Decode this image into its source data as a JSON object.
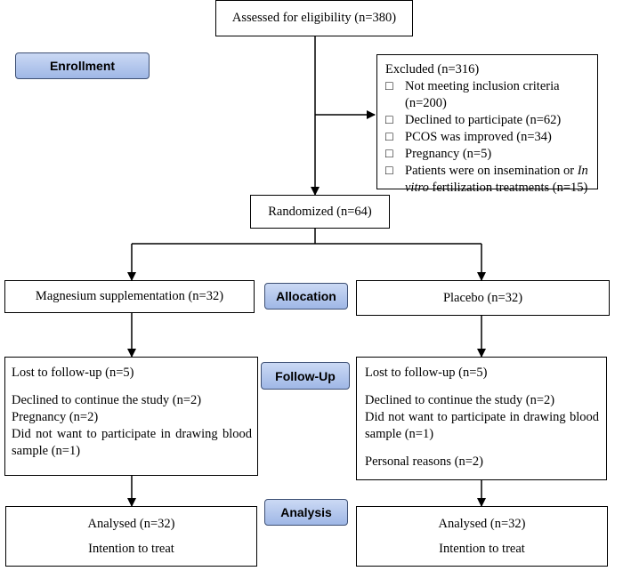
{
  "stages": {
    "enrollment": "Enrollment",
    "allocation": "Allocation",
    "follow_up": "Follow-Up",
    "analysis": "Analysis"
  },
  "assessed": "Assessed for eligibility (n=380)",
  "excluded": {
    "title": "Excluded (n=316)",
    "bullet_mark": "□",
    "items": [
      "Not meeting inclusion criteria (n=200)",
      "Declined to participate (n=62)",
      "PCOS was improved (n=34)",
      "Pregnancy (n=5)"
    ],
    "last_item_part1": "Patients were on insemination or ",
    "last_item_italic": "In vitro",
    "last_item_part2": " fertilization treatments (n=15)"
  },
  "randomized": "Randomized (n=64)",
  "left_arm": {
    "allocation": "Magnesium supplementation (n=32)",
    "lost": "Lost to follow-up (n=5)",
    "reasons": [
      "Declined to continue the study (n=2)",
      "Pregnancy (n=2)",
      "Did not want to participate in drawing blood sample (n=1)"
    ],
    "analysed": "Analysed (n=32)",
    "itt": "Intention to treat"
  },
  "right_arm": {
    "allocation": "Placebo (n=32)",
    "lost": "Lost to follow-up (n=5)",
    "reasons": [
      "Declined to continue the study (n=2)",
      "Did not want to participate in drawing blood sample (n=1)"
    ],
    "personal": "Personal reasons (n=2)",
    "analysed": "Analysed (n=32)",
    "itt": "Intention to treat"
  }
}
